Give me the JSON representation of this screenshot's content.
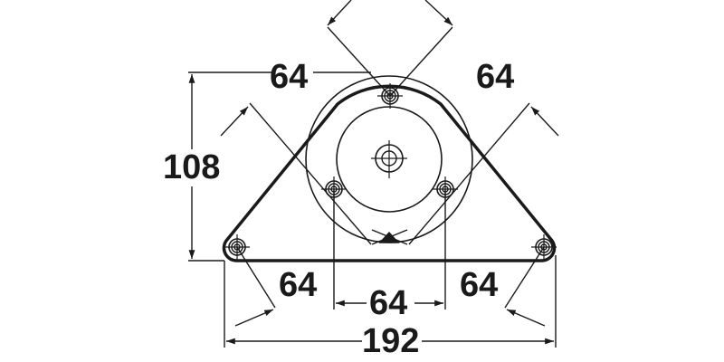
{
  "diagram": {
    "type": "technical-drawing",
    "subject": "triangular mounting plate with circular base, hole pattern",
    "units": "mm",
    "line_color": "#1a1a1a",
    "background": "#ffffff"
  },
  "dimensions": {
    "height": "108",
    "overall_width": "192",
    "top_left": "64",
    "top_right": "64",
    "bottom_left": "64",
    "bottom_center": "64",
    "bottom_right": "64"
  }
}
